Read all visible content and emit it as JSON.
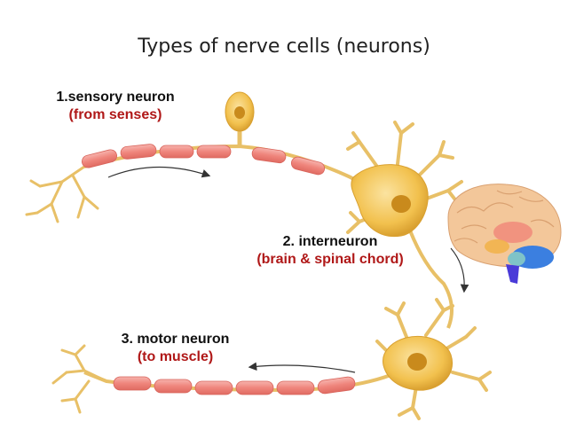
{
  "title": "Types of nerve cells (neurons)",
  "neurons": [
    {
      "name": "1.sensory neuron",
      "subtitle": "(from senses)"
    },
    {
      "name": "2. interneuron",
      "subtitle": "(brain & spinal chord)"
    },
    {
      "name": "3. motor neuron",
      "subtitle": "(to muscle)"
    }
  ],
  "colors": {
    "soma": "#f2c14e",
    "soma_shadow": "#d9a030",
    "nucleus": "#c98a1c",
    "myelin": "#f08a82",
    "axon": "#e8c067",
    "label_accent": "#b01818",
    "arrow": "#333333"
  }
}
